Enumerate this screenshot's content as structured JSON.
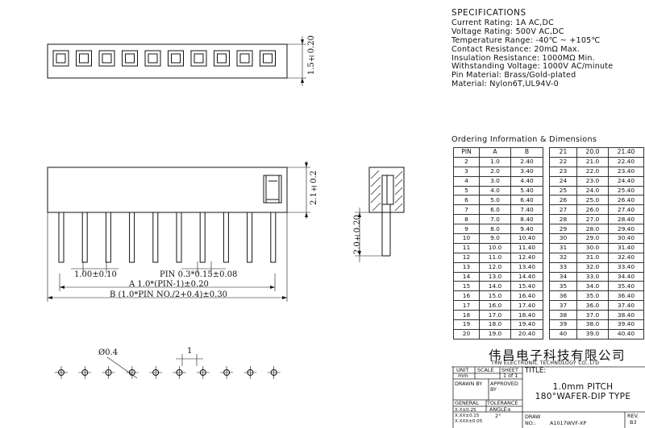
{
  "specifications": {
    "title": "SPECIFICATIONS",
    "lines": [
      "Current Rating: 1A AC,DC",
      "Voltage Rating: 500V AC,DC",
      "Temperature Range: -40℃ ~ +105℃",
      "Contact Resistance: 20mΩ Max.",
      "Insulation Resistance: 1000MΩ Min.",
      "Withstanding Voltage: 1000V AC/minute",
      "Pin Material: Brass/Gold-plated",
      "Material: Nylon6T,UL94V-0"
    ]
  },
  "ordering": {
    "title": "Ordering Information & Dimensions",
    "headers": [
      "PIN",
      "A",
      "B"
    ],
    "rows": [
      [
        "2",
        "1.0",
        "2.40",
        "21",
        "20.0",
        "21.40"
      ],
      [
        "3",
        "2.0",
        "3.40",
        "22",
        "21.0",
        "22.40"
      ],
      [
        "4",
        "3.0",
        "4.40",
        "23",
        "22.0",
        "23.40"
      ],
      [
        "5",
        "4.0",
        "5.40",
        "24",
        "23.0",
        "24.40"
      ],
      [
        "6",
        "5.0",
        "6.40",
        "25",
        "24.0",
        "25.40"
      ],
      [
        "7",
        "6.0",
        "7.40",
        "26",
        "25.0",
        "26.40"
      ],
      [
        "8",
        "7.0",
        "8.40",
        "27",
        "26.0",
        "27.40"
      ],
      [
        "9",
        "8.0",
        "9.40",
        "28",
        "27.0",
        "28.40"
      ],
      [
        "10",
        "9.0",
        "10.40",
        "29",
        "28.0",
        "29.40"
      ],
      [
        "11",
        "10.0",
        "11.40",
        "30",
        "29.0",
        "30.40"
      ],
      [
        "12",
        "11.0",
        "12.40",
        "31",
        "30.0",
        "31.40"
      ],
      [
        "13",
        "12.0",
        "13.40",
        "32",
        "31.0",
        "32.40"
      ],
      [
        "14",
        "13.0",
        "14.40",
        "33",
        "32.0",
        "33.40"
      ],
      [
        "15",
        "14.0",
        "15.40",
        "34",
        "33.0",
        "34.40"
      ],
      [
        "16",
        "15.0",
        "16.40",
        "35",
        "34.0",
        "35.40"
      ],
      [
        "17",
        "16.0",
        "17.40",
        "36",
        "35.0",
        "36.40"
      ],
      [
        "18",
        "17.0",
        "18.40",
        "37",
        "36.0",
        "37.40"
      ],
      [
        "19",
        "18.0",
        "19.40",
        "38",
        "37.0",
        "38.40"
      ],
      [
        "20",
        "19.0",
        "20.40",
        "39",
        "38.0",
        "39.40"
      ],
      [
        "",
        "",
        "",
        "40",
        "39.0",
        "40.40"
      ]
    ]
  },
  "dimensions": {
    "top_height": "1.5±0.20",
    "body_height": "2.1±0.2",
    "pin_length": "2.0±0.20",
    "pitch": "1.00±0.10",
    "pin_size": "PIN 0.3*0.15±0.08",
    "dim_a": "A 1.0*(PIN-1)±0.20",
    "dim_b": "B (1.0*PIN NO./2+0.4)±0.30",
    "hole_dia": "Ø0.4",
    "hole_pitch": "1"
  },
  "title_block": {
    "company_cn": "伟昌电子科技有限公司",
    "company_en": "TRN ELECTRONIC TECHNOLOGY CO.,LTD",
    "unit_label": "UNIT",
    "unit_value": "mm",
    "scale_label": "SCALE",
    "sheet_label": "SHEET",
    "sheet_value": "1 of 1",
    "title_label": "TITLE:",
    "title_line1": "1.0mm PITCH",
    "title_line2": "180°WAFER-DIP TYPE",
    "drawn_by": "DRAWN BY",
    "approved_by": "APPROVED BY",
    "general": "GENERAL",
    "tolerance": "TOLERANCE",
    "tol1": "X.X±0.25",
    "tol2": "X.XX±0.15",
    "tol3": "X.XXX±0.05",
    "angle": "ANGLE±",
    "angle_value": "2°",
    "draw_label": "DRAW",
    "no_label": "NO.:",
    "part_no": "A1017WVF-XP",
    "rev_label": "REV.",
    "rev_value": "B3"
  }
}
